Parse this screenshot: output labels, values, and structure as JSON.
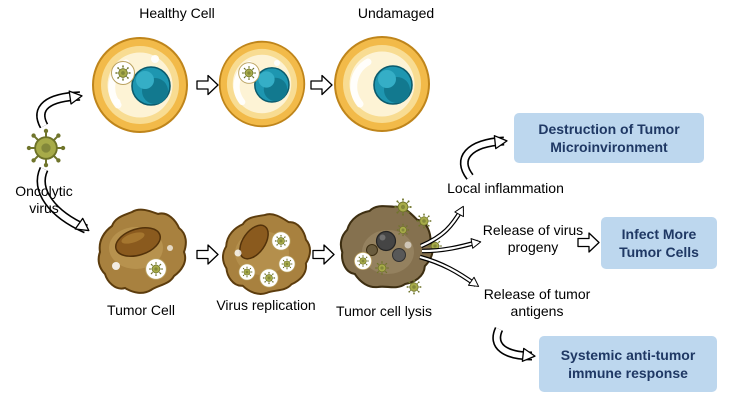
{
  "diagram": {
    "labels": {
      "healthy_cell": "Healthy Cell",
      "undamaged": "Undamaged",
      "oncolytic_virus": "Oncolytic virus",
      "tumor_cell": "Tumor Cell",
      "virus_replication": "Virus replication",
      "tumor_cell_lysis": "Tumor cell lysis",
      "local_inflammation": "Local inflammation",
      "release_virus_progeny": "Release of virus progeny",
      "release_tumor_antigens": "Release of tumor antigens"
    },
    "outcome_boxes": [
      {
        "label": "Destruction of Tumor Microinvironment"
      },
      {
        "label": "Infect More Tumor Cells"
      },
      {
        "label": "Systemic anti-tumor immune response"
      }
    ],
    "icons": [
      "oncolytic-virus-icon",
      "infected-healthy-cell-icon",
      "undamaged-cell-icon",
      "tumor-cell-icon",
      "virus-replication-cell-icon",
      "tumor-cell-lysis-icon",
      "block-arrow-icon",
      "curved-arrow-icon"
    ],
    "colors": {
      "background": "#ffffff",
      "outcome_box_bg": "#bdd7ee",
      "outcome_box_text": "#1f3864",
      "healthy_cell_outer": "#f2ba49",
      "healthy_cell_inner": "#fdf3d5",
      "nucleus_teal": "#1e96b0",
      "tumor_cell_body": "#a8813f",
      "lysis_cell_body": "#85714f",
      "virus_body": "#a7ab49"
    }
  }
}
